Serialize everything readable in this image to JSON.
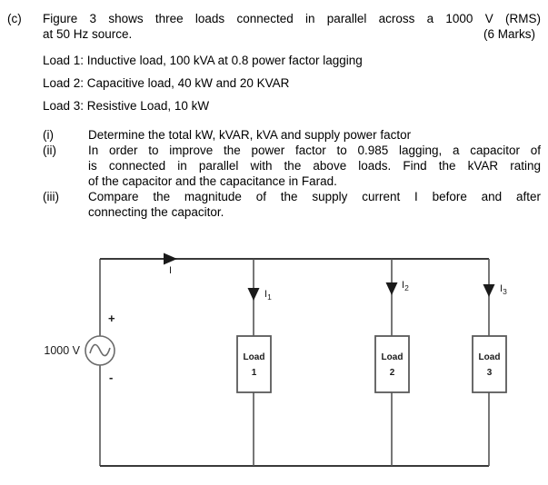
{
  "question": {
    "label": "(c)",
    "intro_line1": "Figure 3 shows three loads connected in parallel across a 1000 V (RMS)",
    "intro_line2": "at 50 Hz source.",
    "marks": "(6 Marks)",
    "loads": [
      "Load 1: Inductive load, 100 kVA at 0.8 power factor lagging",
      "Load 2: Capacitive load, 40 kW and 20 KVAR",
      "Load 3: Resistive Load, 10 kW"
    ],
    "parts": [
      {
        "numeral": "(i)",
        "lines": [
          "Determine the total kW, kVAR, kVA and supply power factor"
        ]
      },
      {
        "numeral": "(ii)",
        "lines": [
          "In order to improve the power factor to 0.985 lagging, a capacitor of",
          "is connected in parallel with the above loads. Find the kVAR rating",
          "of the capacitor and the capacitance in Farad."
        ]
      },
      {
        "numeral": "(iii)",
        "lines": [
          "Compare the magnitude of the supply current I before and after",
          "connecting the capacitor."
        ]
      }
    ]
  },
  "circuit": {
    "source": {
      "voltage_label": "1000 V",
      "plus_sign": "+",
      "minus_sign": "-",
      "symbol": "ac-source-sine"
    },
    "supply_current_label": "I",
    "branches": [
      {
        "current_label": "I",
        "current_sub": "1",
        "box_line1": "Load",
        "box_line2": "1"
      },
      {
        "current_label": "I",
        "current_sub": "2",
        "box_line1": "Load",
        "box_line2": "2"
      },
      {
        "current_label": "I",
        "current_sub": "3",
        "box_line1": "Load",
        "box_line2": "3"
      }
    ],
    "colors": {
      "wire": "#3a3a3a",
      "box_stroke": "#5a5a5a",
      "source_stroke": "#6b6b6b",
      "text": "#1a1a1a",
      "background": "#ffffff"
    }
  }
}
